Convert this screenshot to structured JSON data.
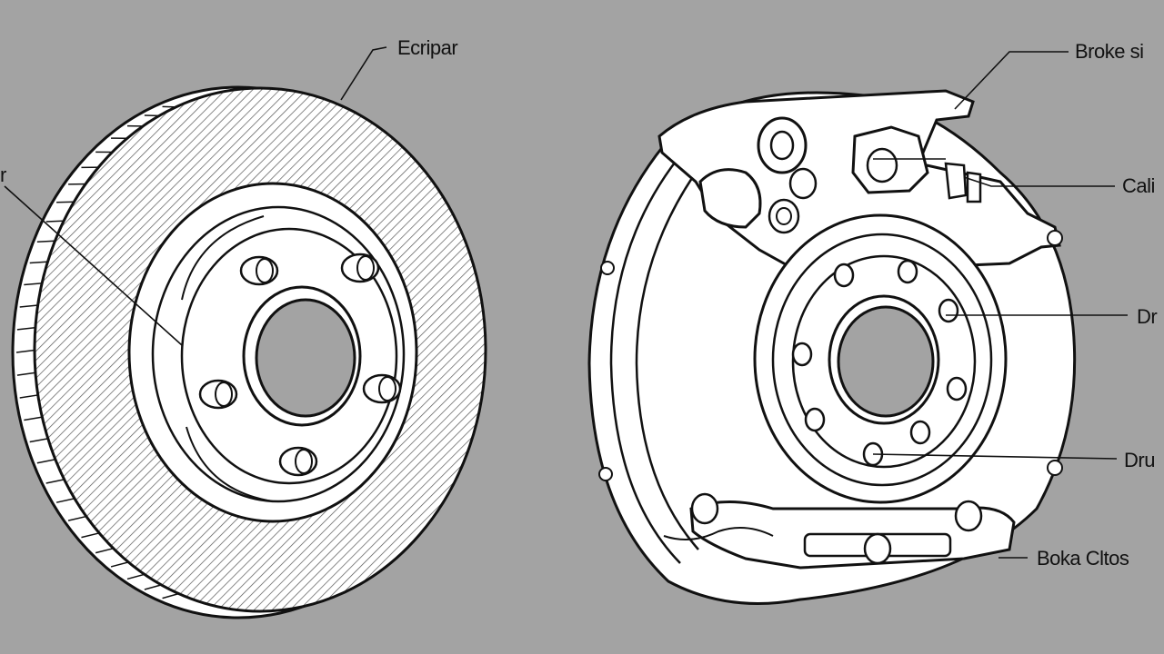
{
  "colors": {
    "background": "#a3a3a3",
    "ink": "#111111",
    "part_fill": "#ffffff"
  },
  "labels": {
    "top_left": "Ecripar",
    "left_edge": "r",
    "top_right": "Broke si",
    "right_upper": "Cali",
    "right_middle": "Dr",
    "right_lower": "Dru",
    "bottom_right": "Boka Cltos"
  }
}
